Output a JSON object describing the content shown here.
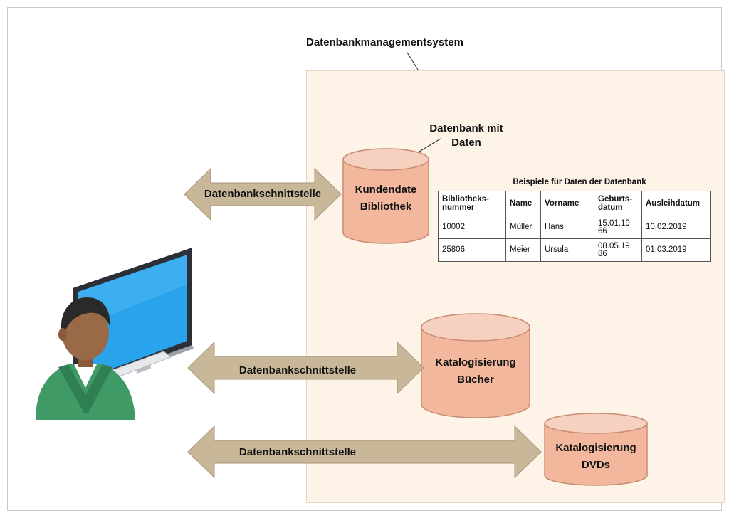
{
  "title": "Datenbankmanagementsystem",
  "db_callout": "Datenbank mit Daten",
  "databases": [
    {
      "line1": "Kundendate",
      "line2": "Bibliothek"
    },
    {
      "line1": "Katalogisierung",
      "line2": "Bücher"
    },
    {
      "line1": "Katalogisierung",
      "line2": "DVDs"
    }
  ],
  "interfaces": [
    "Datenbankschnittstelle",
    "Datenbankschnittstelle",
    "Datenbankschnittstelle"
  ],
  "table": {
    "title": "Beispiele für Daten der Datenbank",
    "headers": [
      "Bibliotheks- nummer",
      "Name",
      "Vorname",
      "Geburts- datum",
      "Ausleihdatum"
    ],
    "rows": [
      [
        "10002",
        "Müller",
        "Hans",
        "15.01.1966",
        "10.02.2019"
      ],
      [
        "25806",
        "Meier",
        "Ursula",
        "08.05.1986",
        "01.03.2019"
      ]
    ]
  },
  "colors": {
    "dbms_fill": "#fdf3e6",
    "cylinder_fill": "#f2b79d",
    "cylinder_top": "#f7d1bf",
    "arrow_fill": "#c9b79a",
    "monitor_screen": "#29a3ec",
    "user_shirt": "#3f9a66"
  }
}
